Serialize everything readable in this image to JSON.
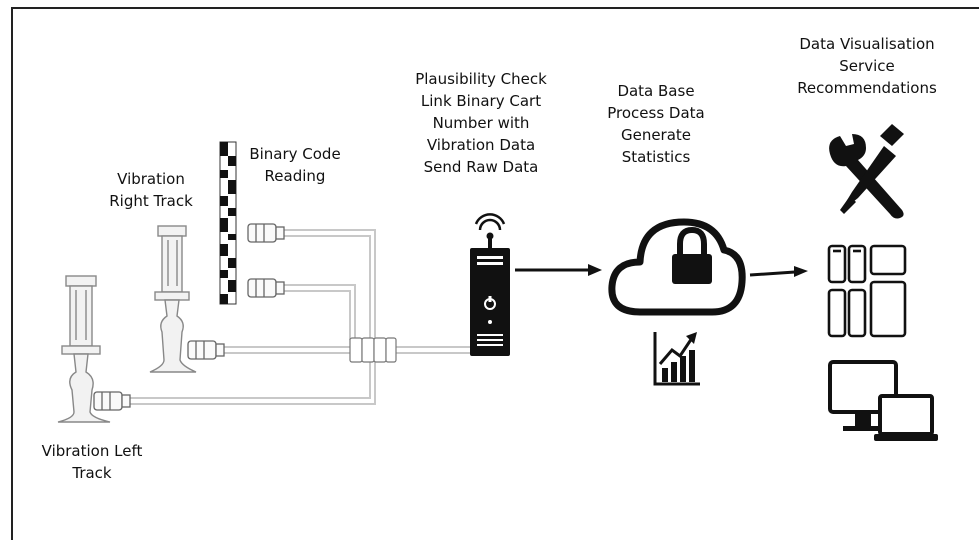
{
  "labels": {
    "vibration_right": [
      "Vibration",
      "Right Track"
    ],
    "vibration_left": [
      "Vibration Left",
      "Track"
    ],
    "binary_code": [
      "Binary Code",
      "Reading"
    ],
    "plausibility": [
      "Plausibility Check",
      "Link Binary Cart",
      "Number with",
      "Vibration Data",
      "Send Raw Data"
    ],
    "database": [
      "Data Base",
      "Process Data",
      "Generate",
      "Statistics"
    ],
    "visualisation": [
      "Data Visualisation",
      "Service",
      "Recommendations"
    ]
  },
  "icons": {
    "tools": "wrench-screwdriver-icon",
    "devices": "mobile-devices-icon",
    "computers": "desktop-laptop-icon",
    "cloud": "cloud-lock-icon",
    "chart": "growth-chart-icon",
    "server": "server-antenna-icon"
  },
  "colors": {
    "stroke": "#111111",
    "line": "#cccccc"
  }
}
